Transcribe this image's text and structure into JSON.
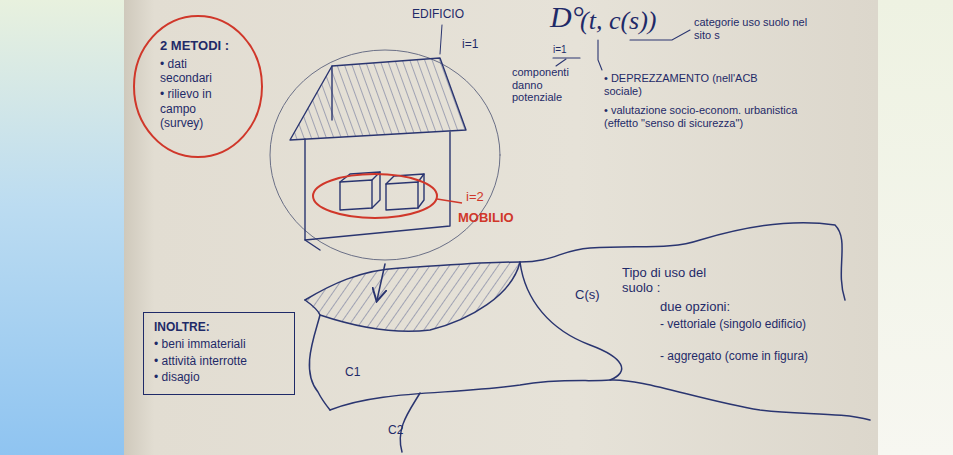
{
  "diagram": {
    "nodes": [
      {
        "text": [
          "2 METODI :",
          "• dati secondari",
          "• rilievo in campo (survey)"
        ]
      },
      {
        "text": [
          "INOLTRE:",
          "• beni immateriali",
          "• attività interrotte",
          "• disagio"
        ]
      }
    ],
    "labels": [
      "EDIFICIO",
      "i=1",
      "i=2",
      "MOBILIO",
      "D°",
      "i=1",
      "(t, c(s))",
      "componenti danno potenziale",
      "• DEPREZZAMENTO (nell'ACB sociale)",
      "• valutazione socio-econom. urbanistica (effetto \"senso di sicurezza\")",
      "categorie uso suolo nel sito s",
      "C1",
      "C2",
      "C(s)",
      "Tipo di uso del suolo :",
      "due opzioni:",
      "- vettoriale (singolo edificio)",
      "- aggregato (come in figura)"
    ]
  }
}
